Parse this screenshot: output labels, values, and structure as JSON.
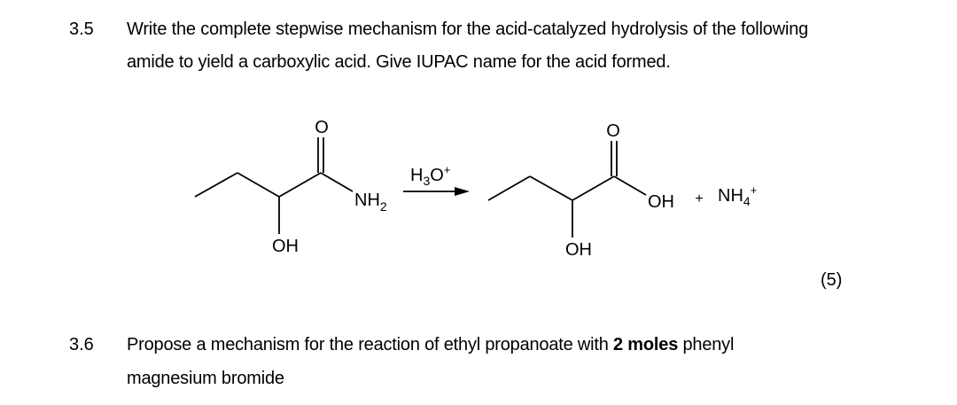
{
  "questions": [
    {
      "number": "3.5",
      "lines": [
        "Write the complete stepwise mechanism for the acid-catalyzed hydrolysis of the following",
        "amide to yield a carboxylic acid. Give IUPAC name for the acid formed."
      ],
      "marks": "(5)"
    },
    {
      "number": "3.6",
      "line1_pre": "Propose a mechanism for the reaction of ethyl propanoate with ",
      "line1_bold": "2 moles",
      "line1_post": " phenyl",
      "line2": "magnesium bromide"
    }
  ],
  "reaction": {
    "reactant": {
      "carbonyl_o": "O",
      "amine": "NH",
      "amine_sub": "2",
      "hydroxyl": "OH"
    },
    "reagent": {
      "main": "H",
      "sub": "3",
      "tail": "O",
      "sup": "+"
    },
    "product": {
      "carbonyl_o": "O",
      "acid_oh": "OH",
      "hydroxyl": "OH"
    },
    "plus": "+",
    "byproduct": {
      "main": "NH",
      "sub": "4",
      "sup": "+"
    }
  }
}
